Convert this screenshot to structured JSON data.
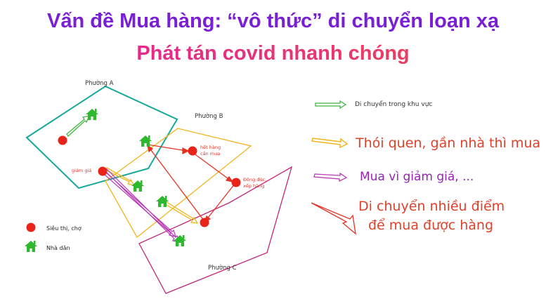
{
  "title_line1": "Vấn đề Mua hàng: “vô thức” di chuyển loạn xạ",
  "title_line2": "Phát tán covid nhanh chóng",
  "wards": {
    "a": "Phường A",
    "b": "Phường B",
    "c": "Phường C"
  },
  "annotations": {
    "sale": "giảm giá",
    "out_of_stock_line1": "hết hàng",
    "out_of_stock_line2": "cần mua",
    "crowded_line1": "Đông đúc,",
    "crowded_line2": "xếp hàng"
  },
  "key": {
    "market": "Siêu thị, chợ",
    "home": "Nhà dân"
  },
  "legend": {
    "within_area": "Di chuyển trong khu vực",
    "habit": "Thói quen, gần nhà thì mua",
    "discount": "Mua vì giảm giá, ...",
    "multi_line1": "Di chuyển nhiều điểm",
    "multi_line2": "để mua được hàng"
  },
  "colors": {
    "title_purple": "#7a1fd6",
    "title_pink": "#e0249a",
    "ward_a": "#17a89c",
    "ward_b": "#f2b51c",
    "ward_c": "#c2287a",
    "arrow_green": "#3fb53f",
    "arrow_yellow": "#f2b51c",
    "arrow_purple": "#b73ab4",
    "arrow_red": "#e53323",
    "market_dot": "#e8231a",
    "home_icon": "#2eb82e"
  }
}
